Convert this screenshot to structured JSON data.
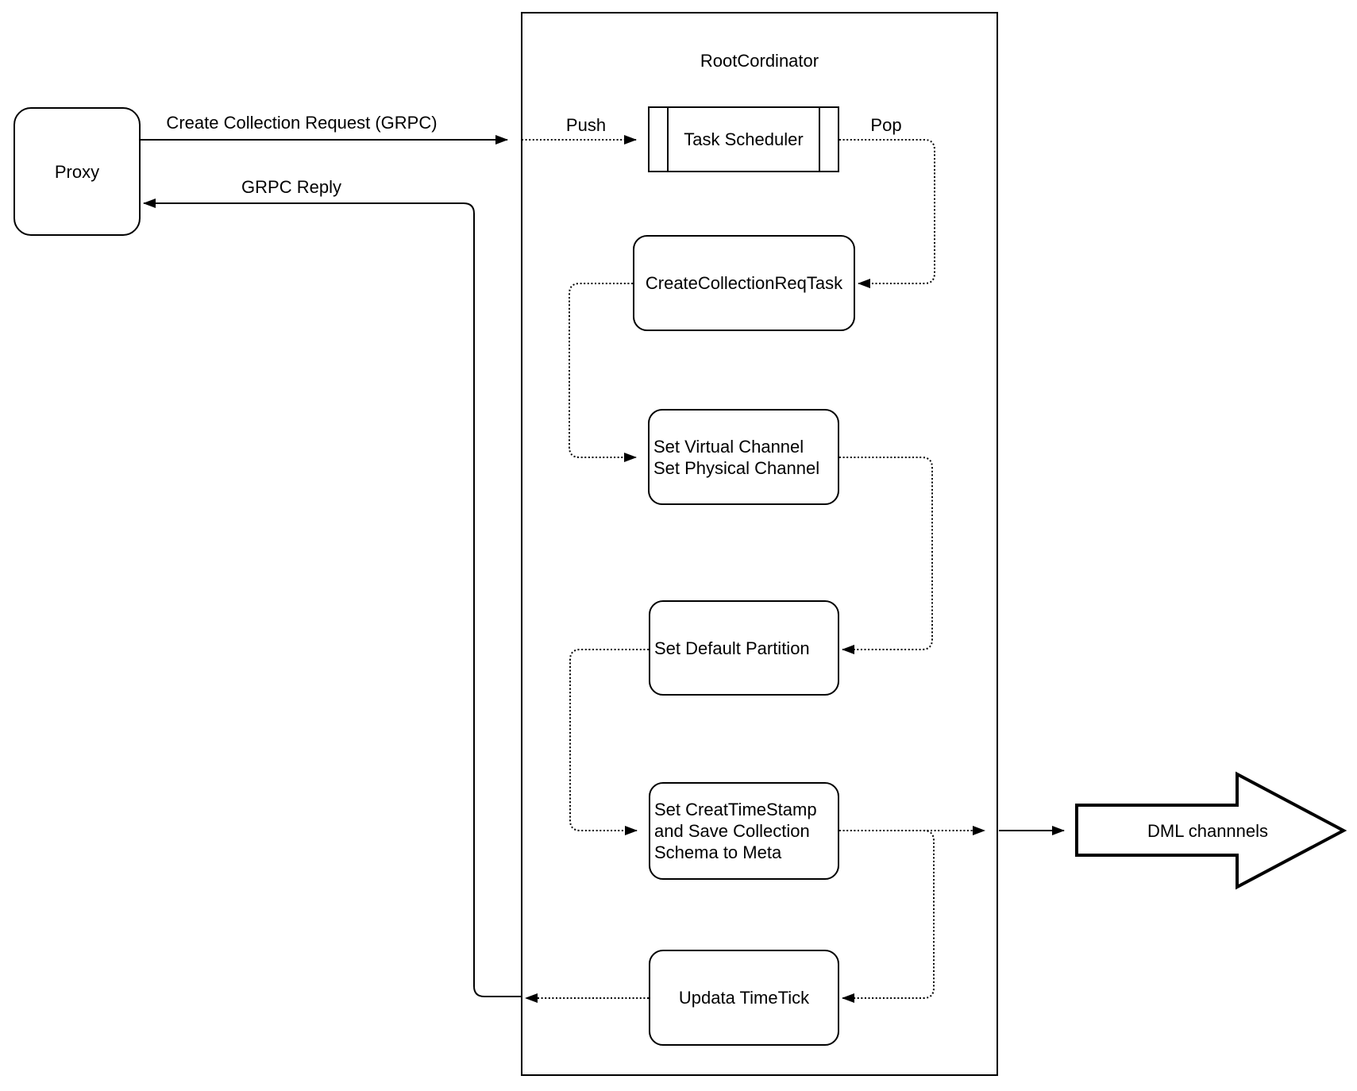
{
  "colors": {
    "stroke": "#000000",
    "background": "#ffffff"
  },
  "proxy": {
    "label": "Proxy"
  },
  "edges": {
    "create_collection_request": "Create Collection Request (GRPC)",
    "grpc_reply": "GRPC Reply",
    "push": "Push",
    "pop": "Pop"
  },
  "root_coordinator": {
    "title": "RootCordinator",
    "nodes": {
      "task_scheduler": "Task Scheduler",
      "create_collection_req_task": "CreateCollectionReqTask",
      "set_channels": "Set Virtual Channel\nSet Physical Channel",
      "set_default_partition": "Set Default Partition",
      "set_creat_timestamp": "Set CreatTimeStamp\nand Save Collection\nSchema to Meta",
      "updata_timetick": "Updata TimeTick"
    }
  },
  "dml": {
    "label": "DML channnels"
  }
}
